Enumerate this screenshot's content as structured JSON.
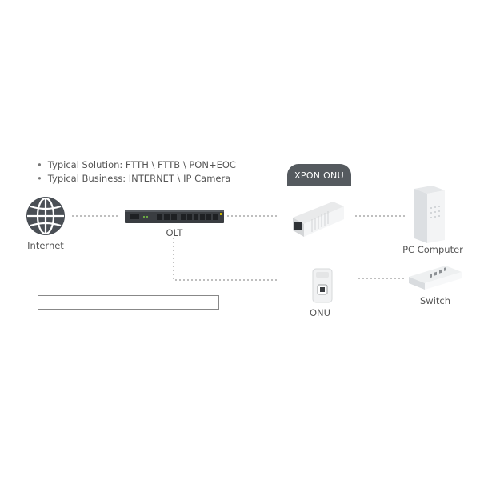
{
  "bullets": [
    "Typical Solution: FTTH \\ FTTB \\ PON+EOC",
    "Typical Business: INTERNET \\ IP Camera"
  ],
  "nodes": {
    "internet": "Internet",
    "olt": "OLT",
    "xpon_onu": "XPON ONU",
    "onu": "ONU",
    "pc": "PC Computer",
    "switch": "Switch"
  },
  "icons": {
    "internet": "globe-icon",
    "olt": "rack-switch-icon",
    "xpon_onu": "xpon-onu-device-icon",
    "onu": "onu-device-icon",
    "pc": "pc-tower-icon",
    "switch": "network-switch-icon"
  },
  "colors": {
    "globe": "#4a4f55",
    "olt_body": "#3a3d41",
    "pill": "#555a5f",
    "connector": "#999999"
  }
}
